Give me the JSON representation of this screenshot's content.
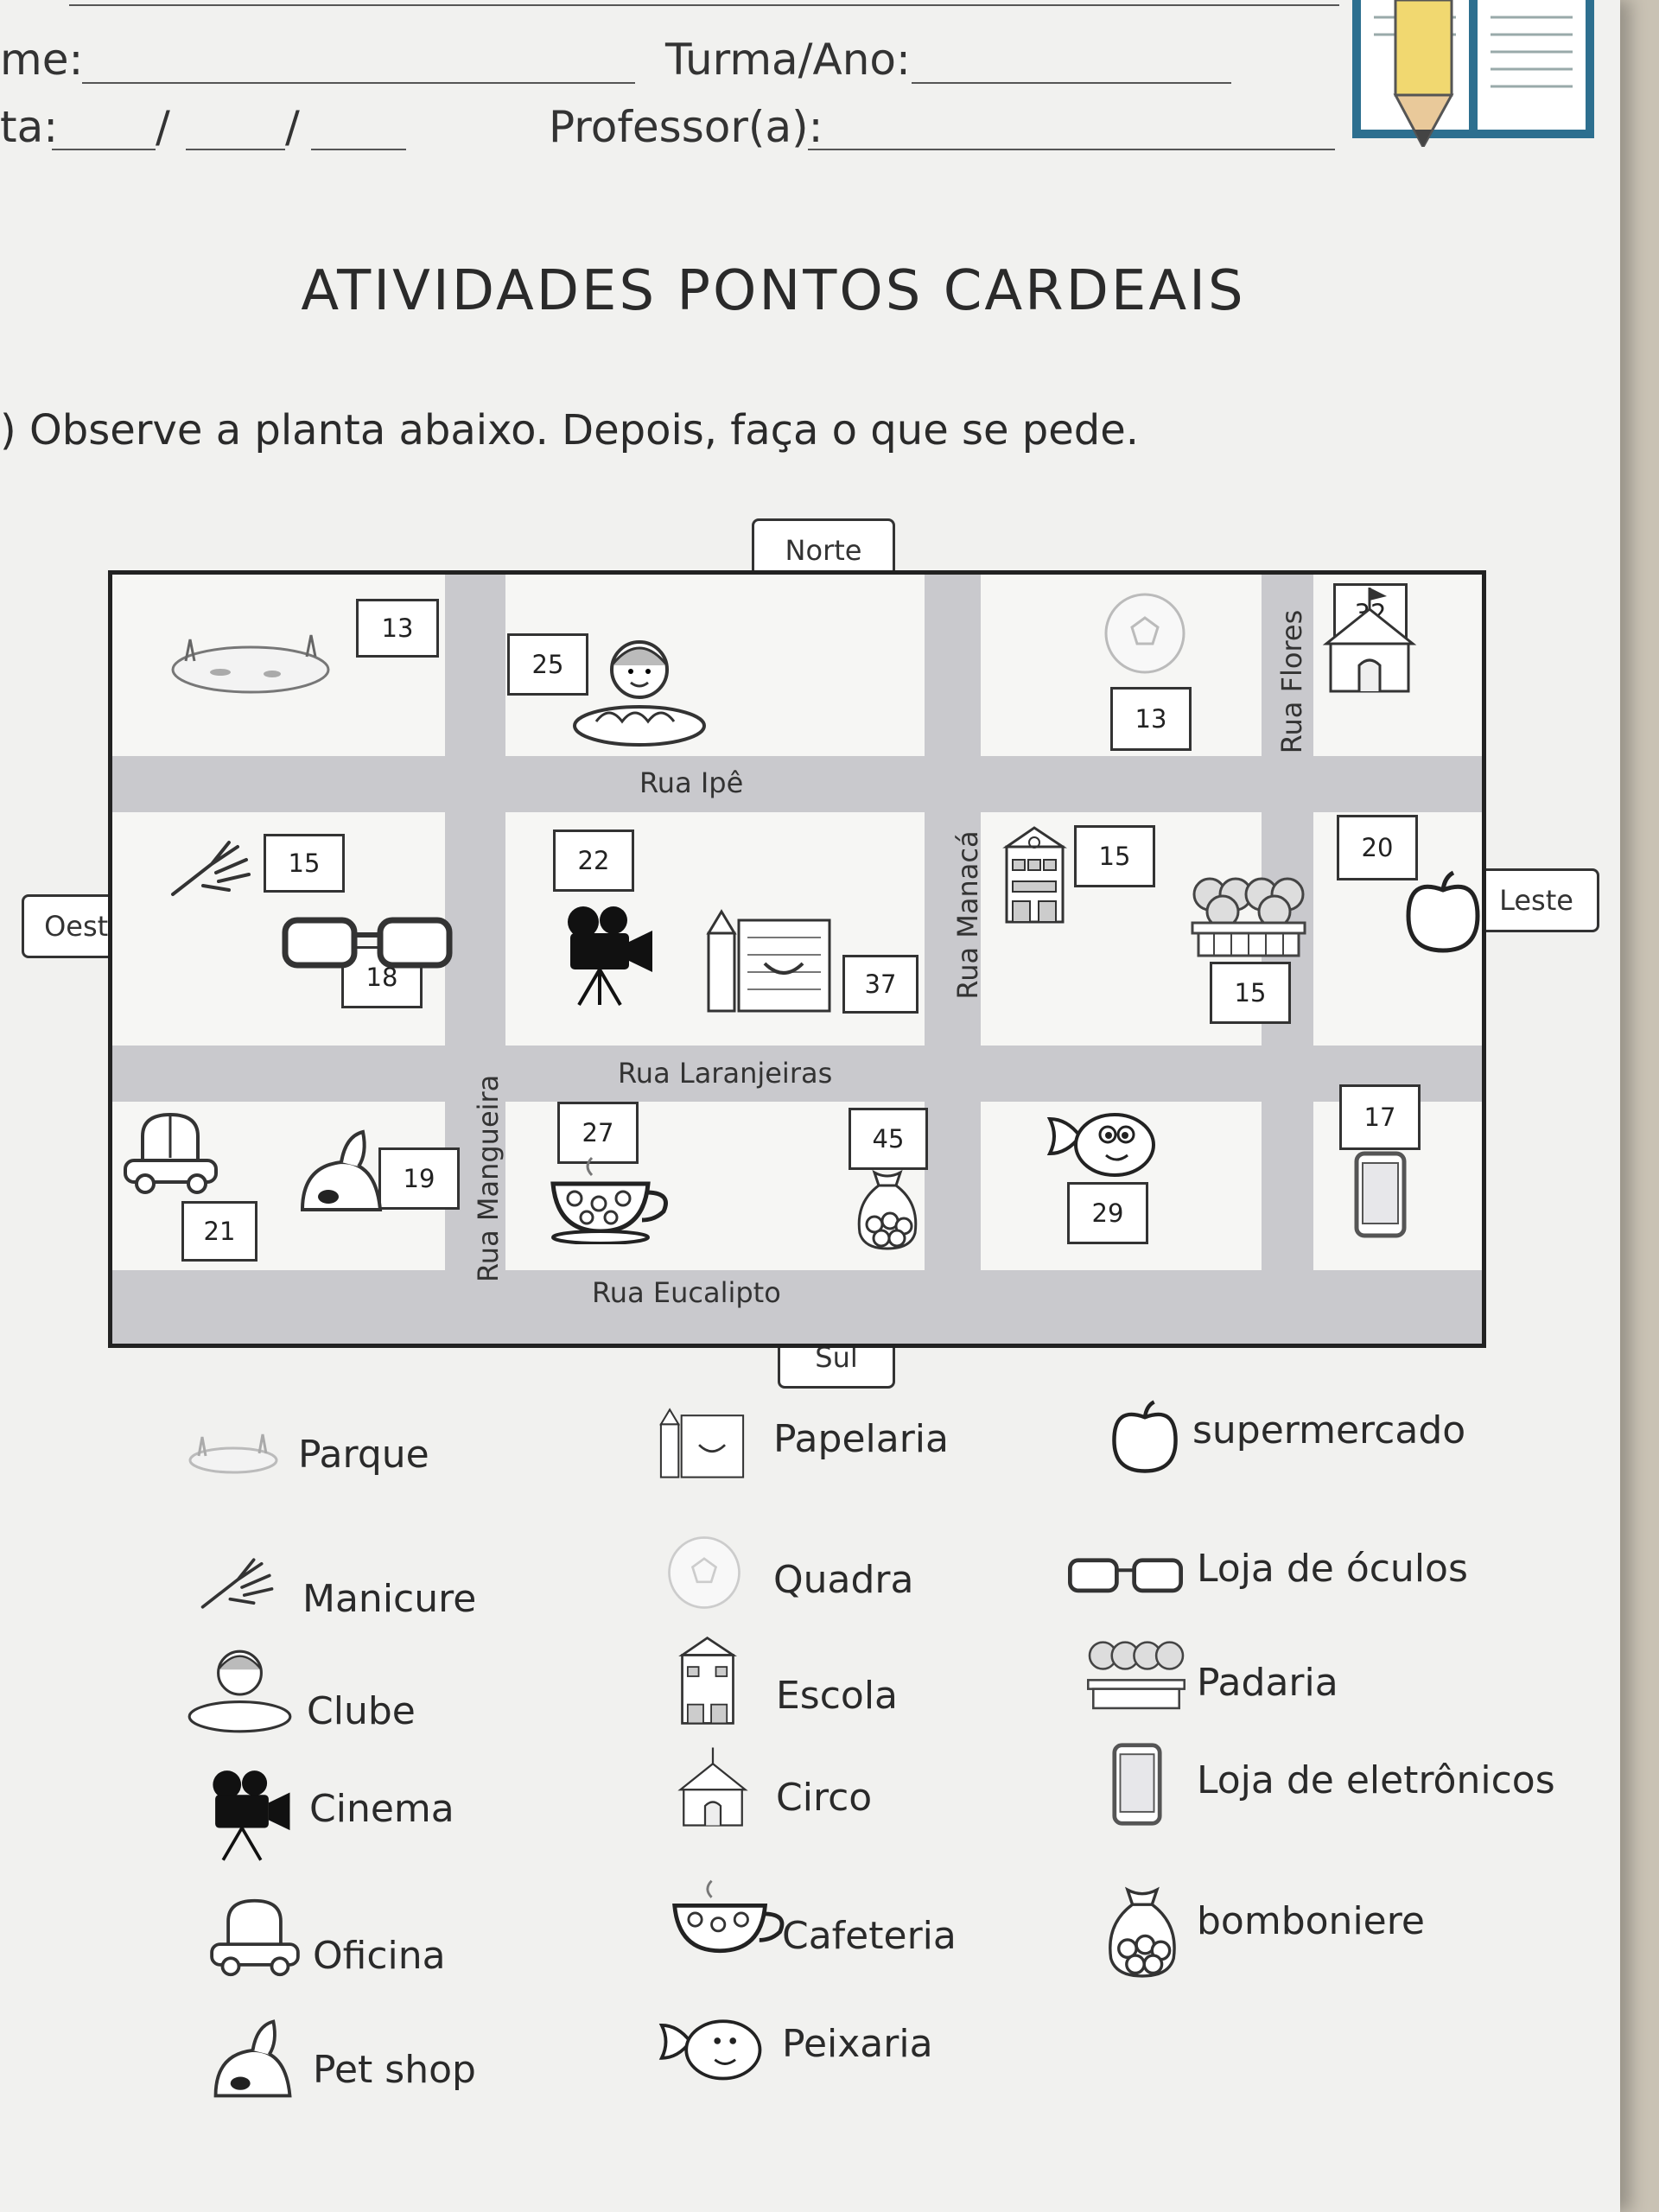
{
  "header": {
    "name_label": "me:",
    "class_label": "Turma/Ano:",
    "date_label": "ta:",
    "date_sep1": "/",
    "date_sep2": "/",
    "teacher_label": "Professor(a):"
  },
  "title": "ATIVIDADES PONTOS CARDEAIS",
  "instruction": ") Observe a planta abaixo. Depois, faça o que se pede.",
  "directions": {
    "north": "Norte",
    "south": "Sul",
    "east": "Leste",
    "west": "Oeste"
  },
  "streets": {
    "ipe": "Rua Ipê",
    "laranjeiras": "Rua Laranjeiras",
    "eucalipto": "Rua Eucalipto",
    "mangueira": "Rua Mangueira",
    "manaca": "Rua Manacá",
    "flores": "Rua Flores"
  },
  "numbers": {
    "parque": "13",
    "clube": "25",
    "quadra": "13",
    "circo": "32",
    "manicure": "15",
    "oculos": "18",
    "cinema": "22",
    "papelaria": "37",
    "escola": "15",
    "supermercado": "20",
    "padaria": "15",
    "oficina": "21",
    "petshop": "19",
    "cafeteria": "27",
    "bomboniere": "45",
    "peixaria": "29",
    "eletronicos": "17"
  },
  "legend": {
    "parque": "Parque",
    "papelaria": "Papelaria",
    "supermercado": "supermercado",
    "manicure": "Manicure",
    "quadra": "Quadra",
    "oculos": "Loja de óculos",
    "clube": "Clube",
    "escola": "Escola",
    "padaria": "Padaria",
    "cinema": "Cinema",
    "circo": "Circo",
    "eletronicos": "Loja de eletrônicos",
    "oficina": "Oficina",
    "cafeteria": "Cafeteria",
    "bomboniere": "bomboniere",
    "petshop": "Pet shop",
    "peixaria": "Peixaria"
  },
  "icons": [
    "park-icon",
    "stationery-icon",
    "apple-icon",
    "hand-icon",
    "ball-icon",
    "glasses-icon",
    "child-icon",
    "school-icon",
    "bread-basket-icon",
    "film-camera-icon",
    "circus-tent-icon",
    "phone-icon",
    "car-icon",
    "coffee-cup-icon",
    "candy-bag-icon",
    "dog-icon",
    "fish-icon"
  ]
}
